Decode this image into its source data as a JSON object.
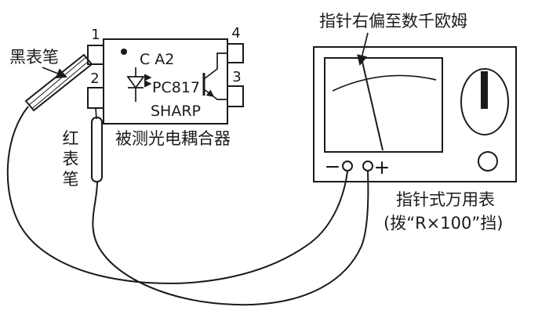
{
  "colors": {
    "ink": "#1a1a1a",
    "background": "#ffffff"
  },
  "probes": {
    "black_label": "黑表笔",
    "red_label_chars": [
      "红",
      "表",
      "笔"
    ]
  },
  "chip": {
    "pins": {
      "p1": "1",
      "p2": "2",
      "p3": "3",
      "p4": "4"
    },
    "marking": "C A2",
    "model": "PC817",
    "brand": "SHARP",
    "caption": "被测光电耦合器"
  },
  "meter": {
    "note": "指针右偏至数千欧姆",
    "terminal_minus": "−",
    "terminal_plus": "+",
    "caption_line1": "指针式万用表",
    "caption_line2": "(拨“R×100”挡)"
  }
}
